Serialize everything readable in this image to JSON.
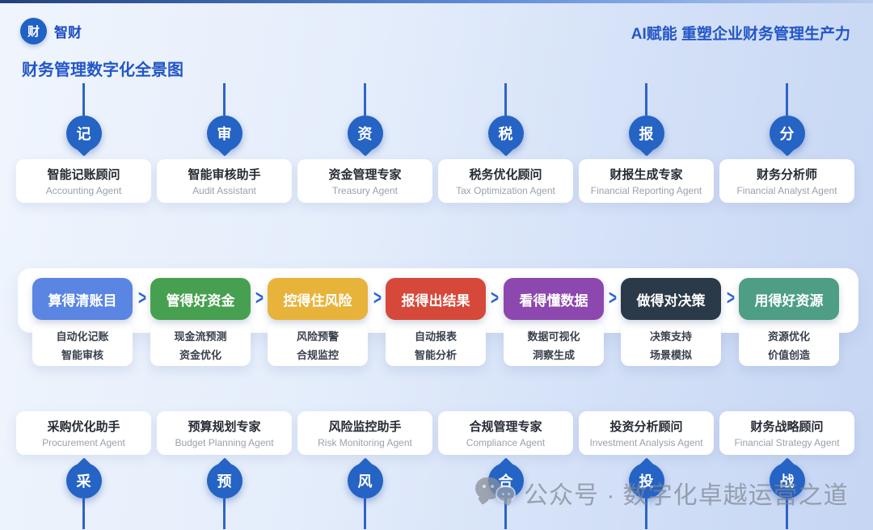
{
  "header": {
    "logo_char": "财",
    "brand": "智财",
    "title": "财务管理数字化全景图",
    "slogan": "AI赋能 重塑企业财务管理生产力"
  },
  "colors": {
    "badge_blue": "#2563c4",
    "accent_text": "#2356c7"
  },
  "top_agents": [
    {
      "badge": "记",
      "title": "智能记账顾问",
      "subtitle": "Accounting Agent"
    },
    {
      "badge": "审",
      "title": "智能审核助手",
      "subtitle": "Audit Assistant"
    },
    {
      "badge": "资",
      "title": "资金管理专家",
      "subtitle": "Treasury Agent"
    },
    {
      "badge": "税",
      "title": "税务优化顾问",
      "subtitle": "Tax Optimization Agent"
    },
    {
      "badge": "报",
      "title": "财报生成专家",
      "subtitle": "Financial Reporting Agent"
    },
    {
      "badge": "分",
      "title": "财务分析师",
      "subtitle": "Financial Analyst Agent"
    }
  ],
  "flow": {
    "arrow": ">",
    "steps": [
      {
        "label": "算得清账目",
        "color": "#5b85e2",
        "detail1": "自动化记账",
        "detail2": "智能审核"
      },
      {
        "label": "管得好资金",
        "color": "#47a04f",
        "detail1": "现金流预测",
        "detail2": "资金优化"
      },
      {
        "label": "控得住风险",
        "color": "#e8b33b",
        "detail1": "风险预警",
        "detail2": "合规监控"
      },
      {
        "label": "报得出结果",
        "color": "#d6493a",
        "detail1": "自动报表",
        "detail2": "智能分析"
      },
      {
        "label": "看得懂数据",
        "color": "#8c48ae",
        "detail1": "数据可视化",
        "detail2": "洞察生成"
      },
      {
        "label": "做得对决策",
        "color": "#2b3a48",
        "detail1": "决策支持",
        "detail2": "场景模拟"
      },
      {
        "label": "用得好资源",
        "color": "#4d9e85",
        "detail1": "资源优化",
        "detail2": "价值创造"
      }
    ]
  },
  "bottom_agents": [
    {
      "badge": "采",
      "title": "采购优化助手",
      "subtitle": "Procurement Agent"
    },
    {
      "badge": "预",
      "title": "预算规划专家",
      "subtitle": "Budget Planning Agent"
    },
    {
      "badge": "风",
      "title": "风险监控助手",
      "subtitle": "Risk Monitoring Agent"
    },
    {
      "badge": "合",
      "title": "合规管理专家",
      "subtitle": "Compliance Agent"
    },
    {
      "badge": "投",
      "title": "投资分析顾问",
      "subtitle": "Investment Analysis Agent"
    },
    {
      "badge": "战",
      "title": "财务战略顾问",
      "subtitle": "Financial Strategy Agent"
    }
  ],
  "watermark": {
    "text": "公众号 · 数字化卓越运营之道"
  }
}
